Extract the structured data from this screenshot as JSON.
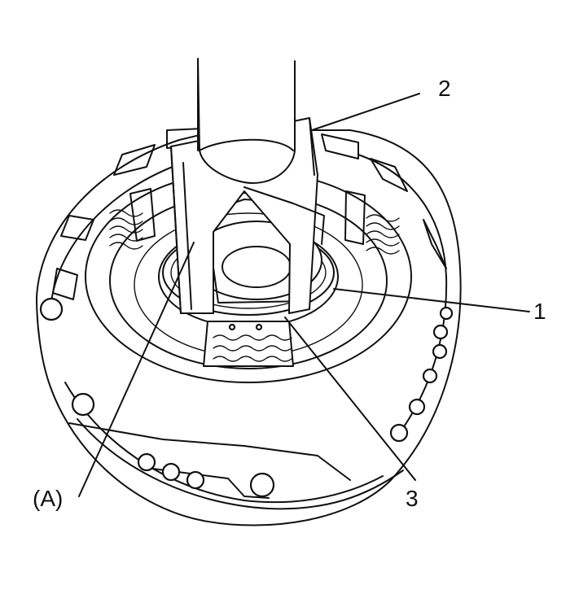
{
  "callouts": {
    "label_2": "2",
    "label_1": "1",
    "label_3": "3",
    "label_a": "(A)"
  }
}
